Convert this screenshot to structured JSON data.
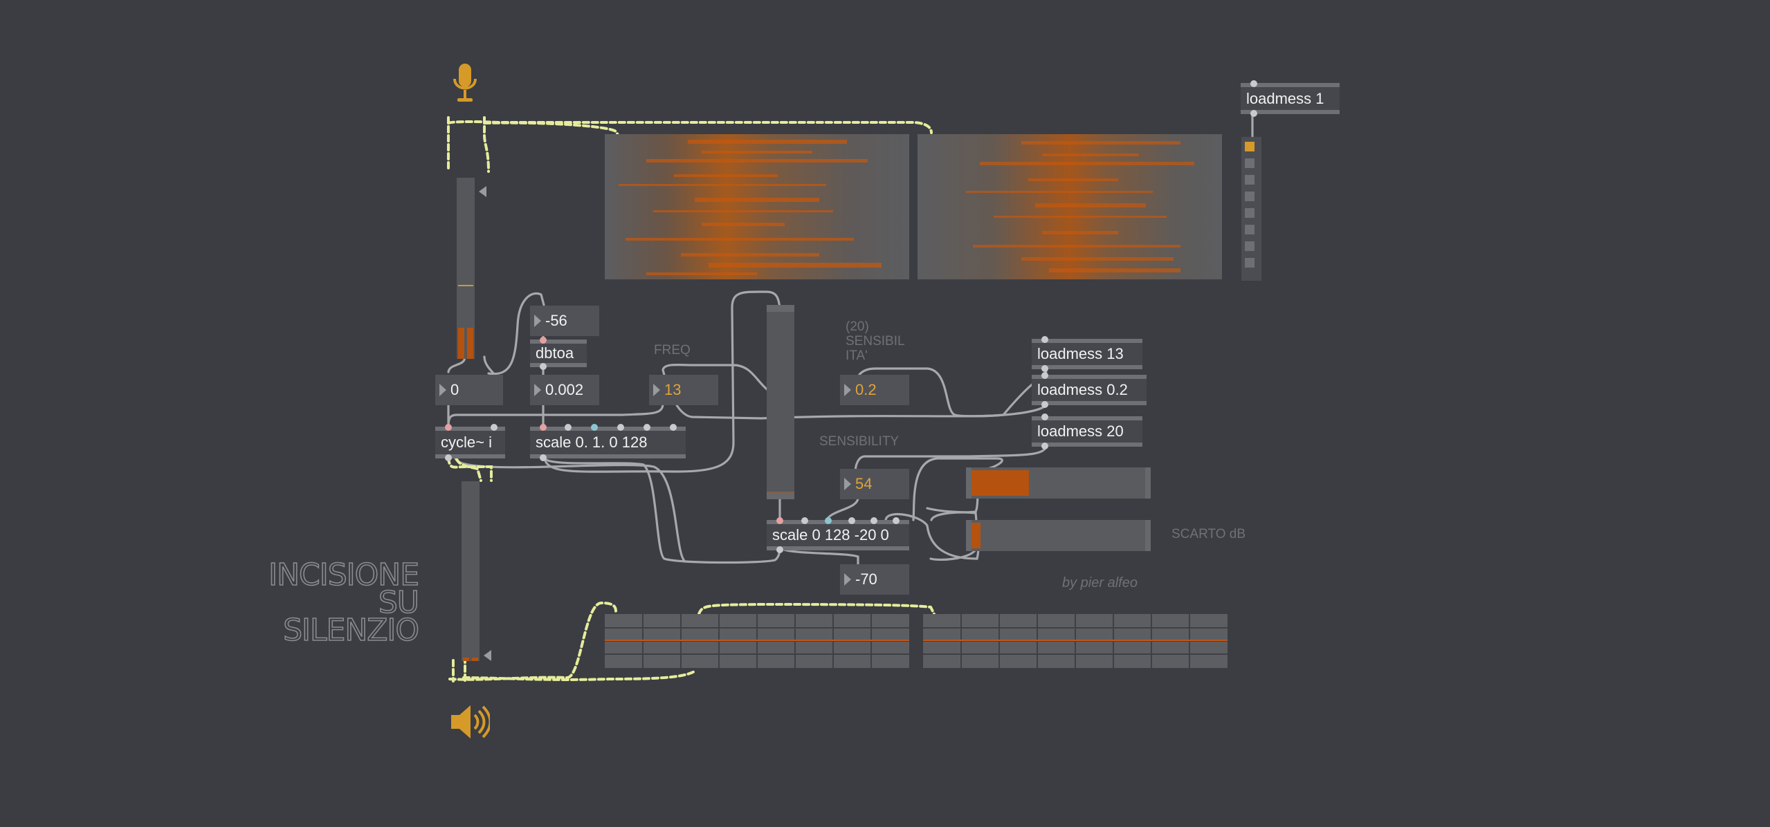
{
  "patch": {
    "title_line1": "INCISIONE SU",
    "title_line2": "SILENZIO",
    "byline": "by pier alfeo",
    "comments": {
      "freq": "FREQ",
      "sens_italian": "(20)\nSENSIBIL\nITA'",
      "sensibility": "SENSIBILITY",
      "scarto": "SCARTO dB"
    },
    "objects": {
      "loadmess_1": "loadmess 1",
      "loadmess_13": "loadmess 13",
      "loadmess_02": "loadmess 0.2",
      "loadmess_20": "loadmess 20",
      "dbtoa": "dbtoa",
      "cycle": "cycle~ i",
      "scale_left": "scale 0. 1. 0 128",
      "scale_mid": "scale 0 128 -20 0"
    },
    "numbers": {
      "db_in": "-56",
      "amp_out": "0.002",
      "cycle_in": "0",
      "freq": "13",
      "sens": "0.2",
      "sensibility": "54",
      "scarto": "-70"
    },
    "levels": {
      "radio_selected_index": 0,
      "radio_count": 8,
      "vslider_fraction": 0.04,
      "hslider_top_fraction": 0.33,
      "hslider_bottom_fraction": 0.05,
      "input_meter_fraction": 0.17,
      "output_meter_fraction": 0.02
    },
    "icons": {
      "input": "microphone-icon",
      "output": "speaker-icon"
    },
    "colors": {
      "background": "#3b3d43",
      "accent": "#d69a29",
      "cord_signal": "#e6ec9a",
      "level": "#b5520f"
    }
  }
}
